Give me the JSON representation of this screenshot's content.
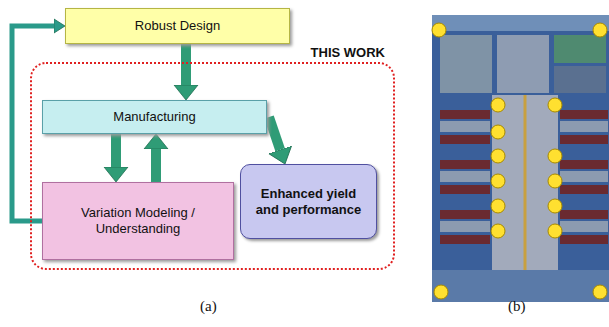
{
  "diagram": {
    "nodes": [
      {
        "text": [
          "Robust Design"
        ]
      },
      {
        "text": [
          "THIS WORK"
        ]
      },
      {
        "text": [
          "Manufacturing"
        ],
        "in": 1
      },
      {
        "text": [
          "Variation Modeling / Understanding"
        ],
        "in": 1
      },
      {
        "text": [
          "Enhanced yield and performance"
        ],
        "in": 1
      }
    ],
    "edges": [
      {
        "from": 0,
        "to": 2,
        "arrow": "to"
      },
      {
        "from": 2,
        "to": 3,
        "arrow": "to"
      },
      {
        "from": 3,
        "to": 2,
        "arrow": "to"
      },
      {
        "from": 3,
        "to": 0,
        "arrow": "to"
      },
      {
        "from": 2,
        "to": 4,
        "arrow": "to"
      }
    ],
    "labels": [
      "(a)",
      "(b)"
    ]
  }
}
